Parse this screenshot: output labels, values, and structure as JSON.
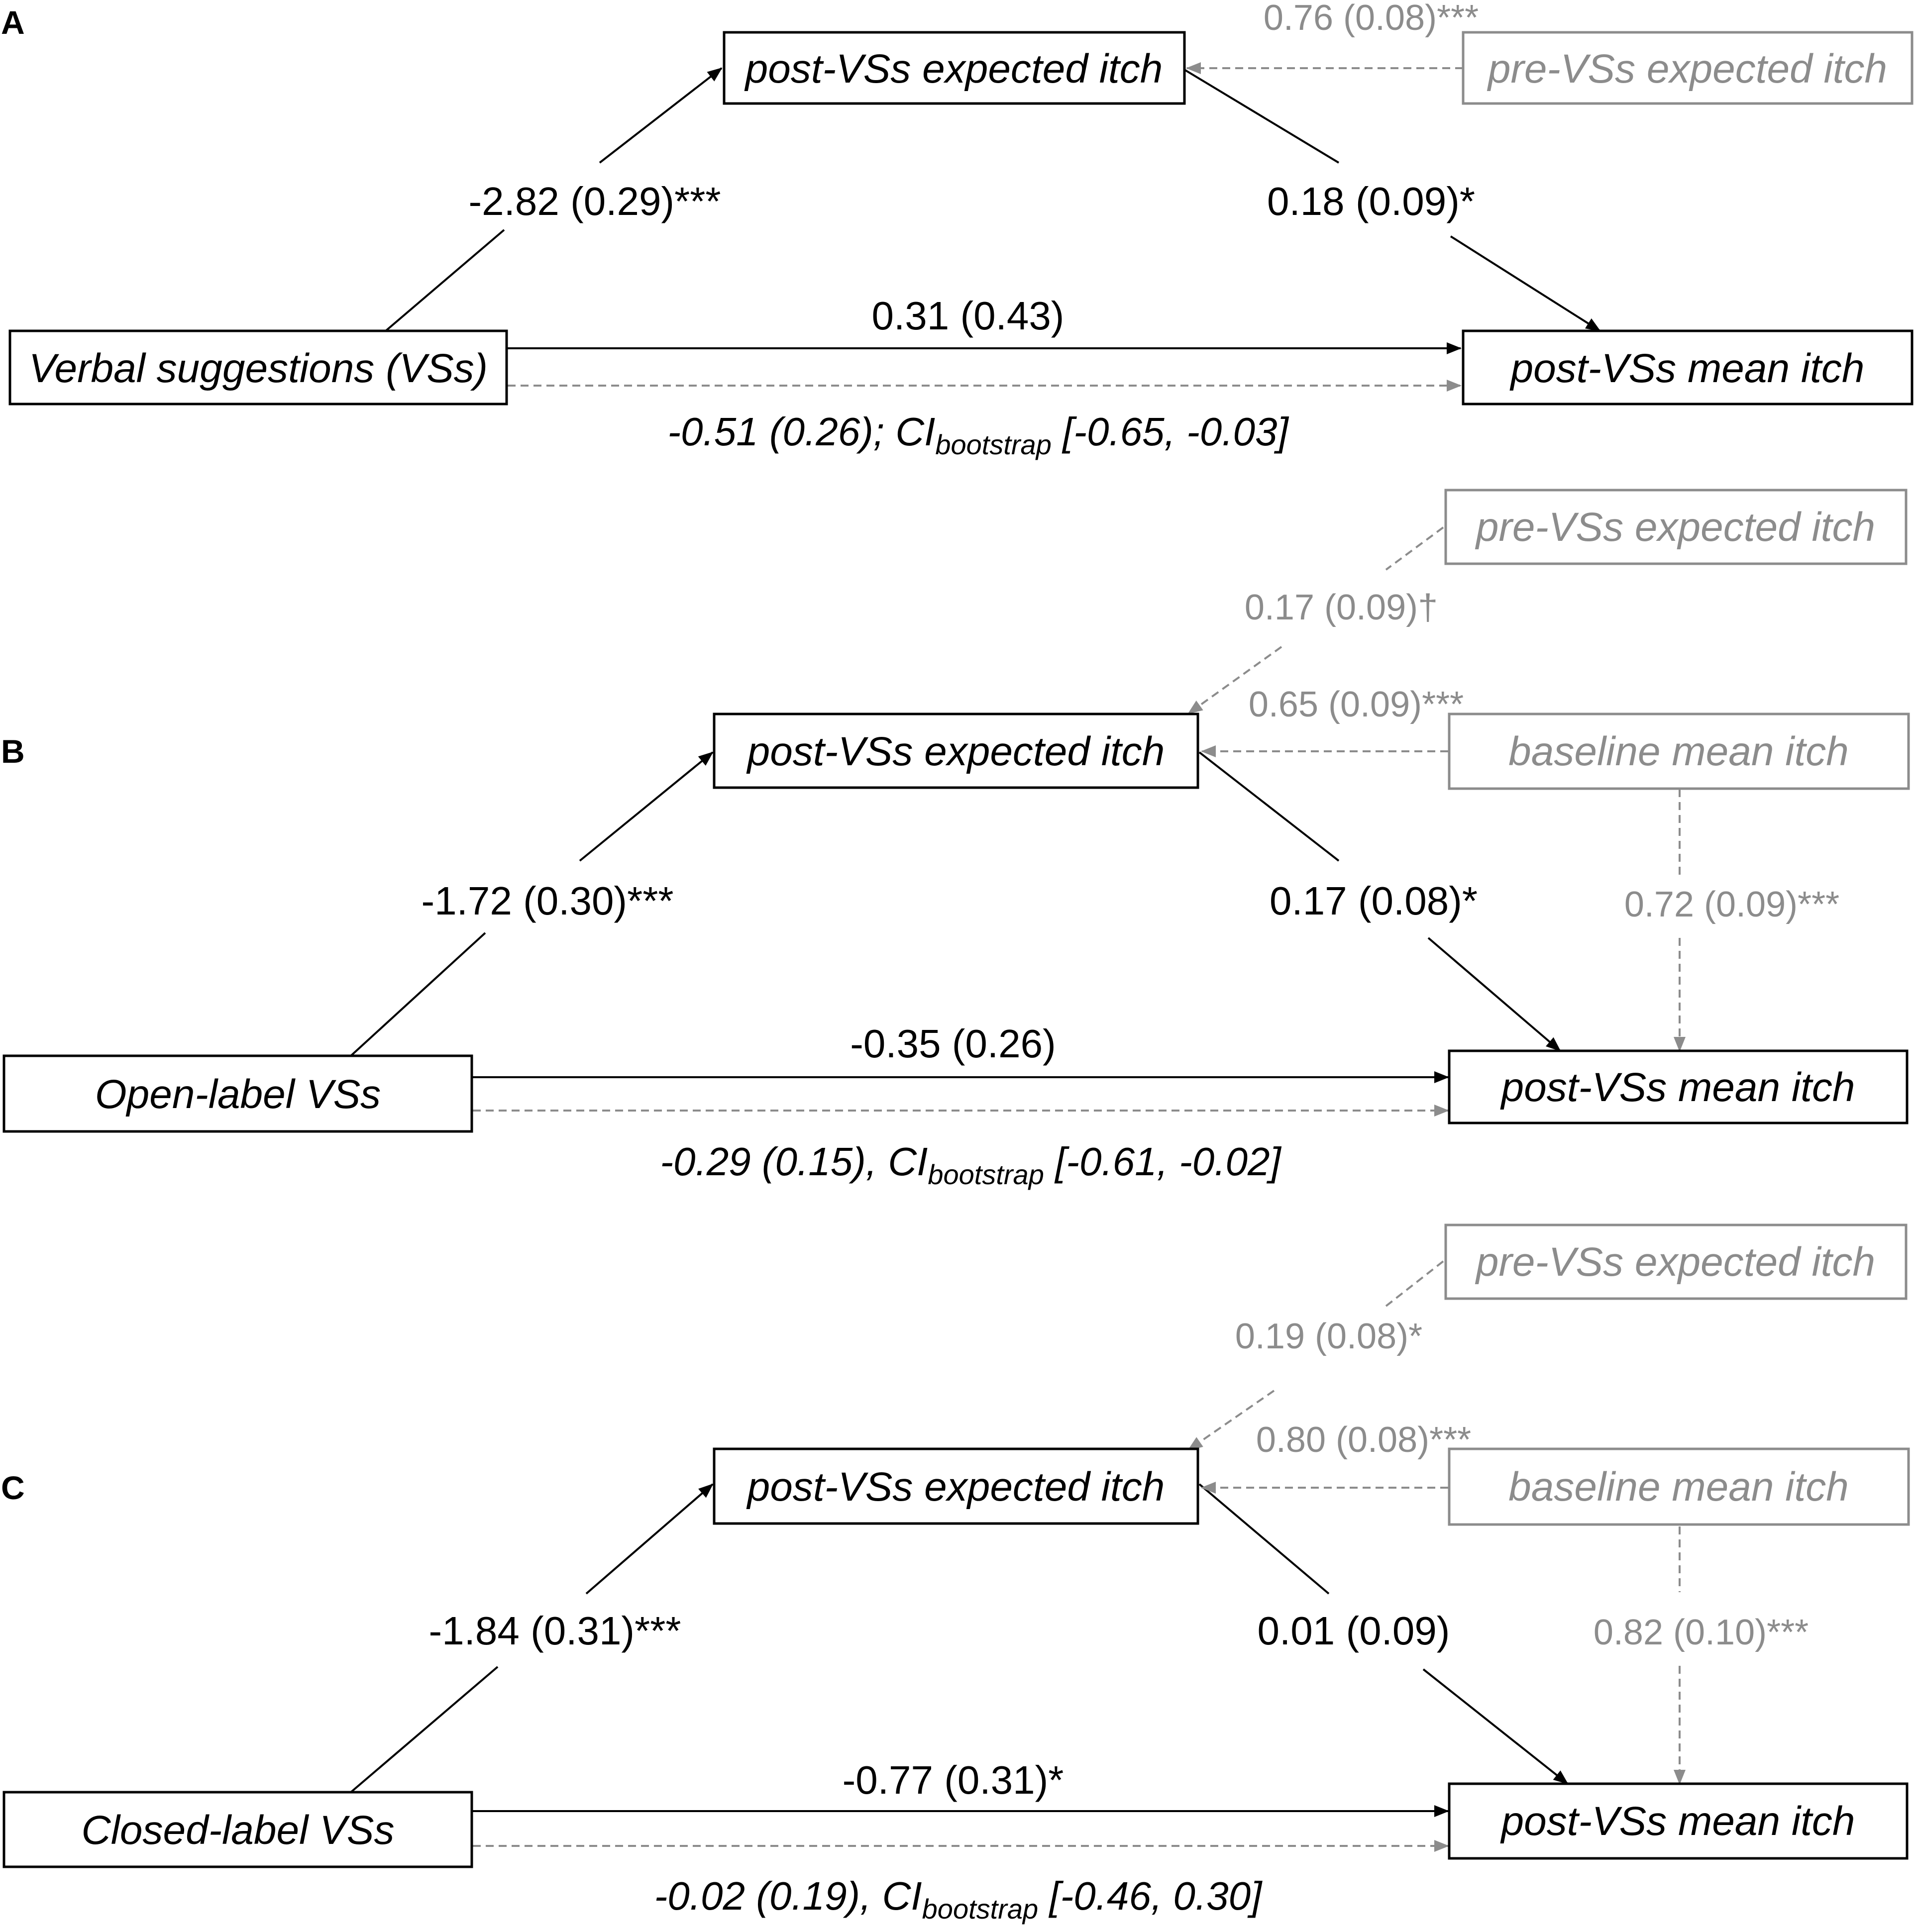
{
  "colors": {
    "main": "#000000",
    "gray": "#8c8c8c"
  },
  "panels": [
    {
      "letter": "A",
      "x": "Verbal suggestions (VSs)",
      "m": "post-VSs expected itch",
      "y": "post-VSs mean itch",
      "cov1": "pre-VSs expected itch",
      "a": "-2.82 (0.29)***",
      "b": "0.18 (0.09)*",
      "c": "0.31 (0.43)",
      "indirect": {
        "pre": "-0.51 (0.26); CI",
        "sub": "bootstrap",
        "post": " [-0.65, -0.03]"
      },
      "cov1_m": "0.76 (0.08)***"
    },
    {
      "letter": "B",
      "x": "Open-label VSs",
      "m": "post-VSs expected itch",
      "y": "post-VSs mean itch",
      "cov1": "pre-VSs expected itch",
      "cov2": "baseline mean itch",
      "a": "-1.72 (0.30)***",
      "b": "0.17 (0.08)*",
      "c": "-0.35 (0.26)",
      "indirect": {
        "pre": "-0.29 (0.15), CI",
        "sub": "bootstrap",
        "post": " [-0.61, -0.02]"
      },
      "cov1_m": "0.17 (0.09)†",
      "cov2_m": "0.65 (0.09)***",
      "cov2_y": "0.72 (0.09)***"
    },
    {
      "letter": "C",
      "x": "Closed-label VSs",
      "m": "post-VSs expected itch",
      "y": "post-VSs mean itch",
      "cov1": "pre-VSs expected itch",
      "cov2": "baseline mean itch",
      "a": "-1.84 (0.31)***",
      "b": "0.01 (0.09)",
      "c": "-0.77 (0.31)*",
      "indirect": {
        "pre": "-0.02 (0.19), CI",
        "sub": "bootstrap",
        "post": " [-0.46, 0.30]"
      },
      "cov1_m": "0.19 (0.08)*",
      "cov2_m": "0.80 (0.08)***",
      "cov2_y": "0.82 (0.10)***"
    }
  ]
}
